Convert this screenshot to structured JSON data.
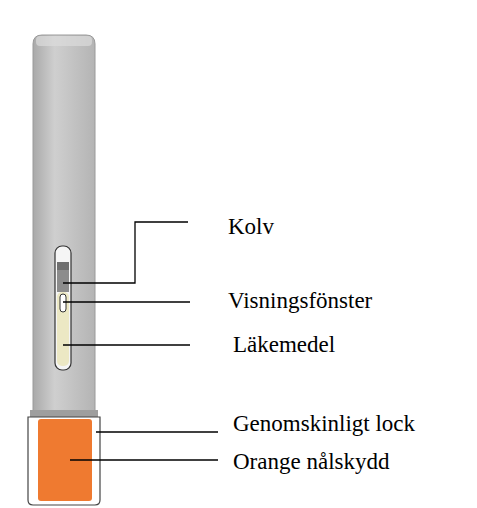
{
  "diagram": {
    "labels": [
      "Kolv",
      "Visningsfönster",
      "Läkemedel",
      "Genomskinligt lock",
      "Orange nålskydd"
    ]
  }
}
